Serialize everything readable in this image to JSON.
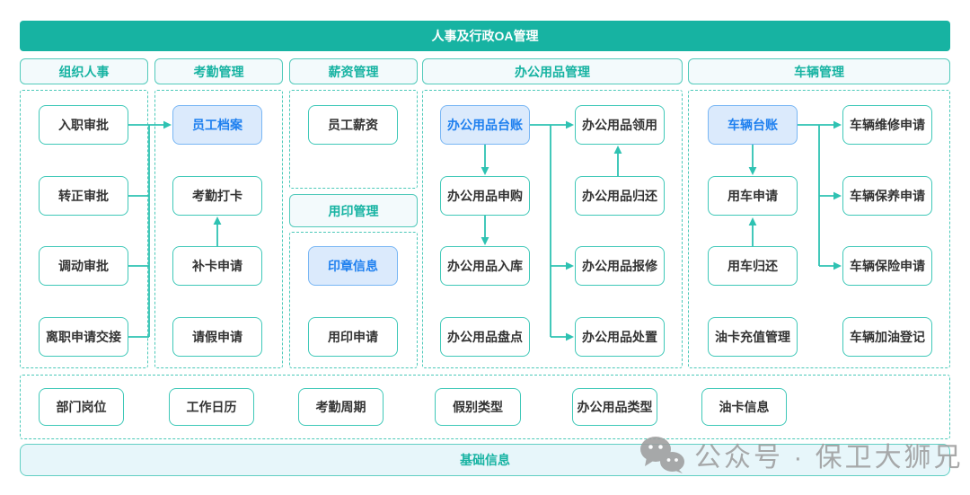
{
  "title": "人事及行政OA管理",
  "columns": [
    {
      "header": "组织人事",
      "nodes": [
        {
          "label": "入职审批"
        },
        {
          "label": "转正审批"
        },
        {
          "label": "调动审批"
        },
        {
          "label": "离职申请交接"
        }
      ]
    },
    {
      "header": "考勤管理",
      "nodes": [
        {
          "label": "员工档案",
          "highlight": true
        },
        {
          "label": "考勤打卡"
        },
        {
          "label": "补卡申请"
        },
        {
          "label": "请假申请"
        }
      ]
    },
    {
      "header": "薪资管理",
      "nodes": [
        {
          "label": "员工薪资"
        }
      ],
      "sub_header": "用印管理",
      "sub_nodes": [
        {
          "label": "印章信息",
          "highlight": true
        },
        {
          "label": "用印申请"
        }
      ]
    },
    {
      "header": "办公用品管理",
      "nodes": [
        {
          "label": "办公用品台账",
          "highlight": true
        },
        {
          "label": "办公用品申购"
        },
        {
          "label": "办公用品入库"
        },
        {
          "label": "办公用品盘点"
        },
        {
          "label": "办公用品领用"
        },
        {
          "label": "办公用品归还"
        },
        {
          "label": "办公用品报修"
        },
        {
          "label": "办公用品处置"
        }
      ]
    },
    {
      "header": "车辆管理",
      "nodes": [
        {
          "label": "车辆台账",
          "highlight": true
        },
        {
          "label": "用车申请"
        },
        {
          "label": "用车归还"
        },
        {
          "label": "油卡充值管理"
        },
        {
          "label": "车辆维修申请"
        },
        {
          "label": "车辆保养申请"
        },
        {
          "label": "车辆保险申请"
        },
        {
          "label": "车辆加油登记"
        }
      ]
    }
  ],
  "base_row": {
    "items": [
      {
        "label": "部门岗位"
      },
      {
        "label": "工作日历"
      },
      {
        "label": "考勤周期"
      },
      {
        "label": "假别类型"
      },
      {
        "label": "办公用品类型"
      },
      {
        "label": "油卡信息"
      }
    ]
  },
  "footer": {
    "label": "基础信息"
  },
  "watermark": {
    "icon": "wechat-icon",
    "text": "公众号 · 保卫大狮兄"
  },
  "edges": [
    {
      "from": "入职审批",
      "to": "员工档案"
    },
    {
      "from": "转正审批",
      "to": "员工档案"
    },
    {
      "from": "调动审批",
      "to": "员工档案"
    },
    {
      "from": "离职申请交接",
      "to": "员工档案"
    },
    {
      "from": "补卡申请",
      "to": "考勤打卡"
    },
    {
      "from": "办公用品台账",
      "to": "办公用品领用"
    },
    {
      "from": "办公用品台账",
      "to": "办公用品申购"
    },
    {
      "from": "办公用品申购",
      "to": "办公用品入库"
    },
    {
      "from": "办公用品归还",
      "to": "办公用品领用"
    },
    {
      "from": "办公用品台账",
      "to": "办公用品报修"
    },
    {
      "from": "办公用品台账",
      "to": "办公用品处置"
    },
    {
      "from": "车辆台账",
      "to": "车辆维修申请"
    },
    {
      "from": "车辆台账",
      "to": "用车申请"
    },
    {
      "from": "车辆台账",
      "to": "车辆保养申请"
    },
    {
      "from": "车辆台账",
      "to": "车辆保险申请"
    },
    {
      "from": "用车归还",
      "to": "用车申请"
    }
  ],
  "colors": {
    "accent_teal": "#17b3a2",
    "box_border_teal": "#3fc8b8",
    "highlight_blue_bg": "#dbeafc",
    "highlight_blue_text": "#1f80ef",
    "watermark_gray": "#9e9e9e"
  }
}
